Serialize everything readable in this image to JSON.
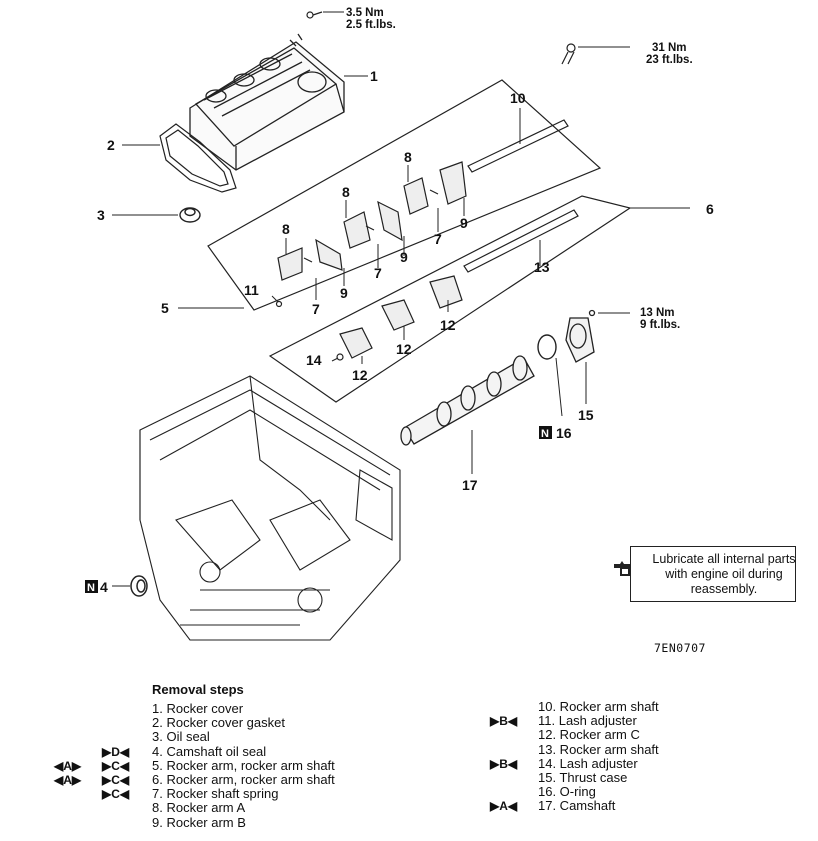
{
  "callouts": {
    "c1": "1",
    "c2": "2",
    "c3": "3",
    "c4": "4",
    "c5": "5",
    "c6": "6",
    "c7": "7",
    "c8": "8",
    "c9": "9",
    "c10": "10",
    "c11": "11",
    "c12": "12",
    "c13": "13",
    "c14": "14",
    "c15": "15",
    "c16": "16",
    "c17": "17"
  },
  "torque": {
    "top_nm": "3.5 Nm",
    "top_ft": "2.5 ft.lbs.",
    "right_nm": "31 Nm",
    "right_ft": "23 ft.lbs.",
    "mid_nm": "13 Nm",
    "mid_ft": "9 ft.lbs."
  },
  "new_part_marker": "N",
  "figure_code": "7EN0707",
  "note": "Lubricate all internal parts with engine oil during reassembly.",
  "removal": {
    "title": "Removal steps",
    "left": [
      {
        "m1": "",
        "m2": "",
        "text": "1. Rocker cover"
      },
      {
        "m1": "",
        "m2": "",
        "text": "2. Rocker cover gasket"
      },
      {
        "m1": "",
        "m2": "",
        "text": "3. Oil seal"
      },
      {
        "m1": "",
        "m2": "▶D◀",
        "text": "4. Camshaft oil seal"
      },
      {
        "m1": "◀A▶",
        "m2": "▶C◀",
        "text": "5. Rocker arm, rocker arm shaft"
      },
      {
        "m1": "◀A▶",
        "m2": "▶C◀",
        "text": "6. Rocker arm, rocker arm shaft"
      },
      {
        "m1": "",
        "m2": "▶C◀",
        "text": "7. Rocker shaft spring"
      },
      {
        "m1": "",
        "m2": "",
        "text": "8. Rocker arm A"
      },
      {
        "m1": "",
        "m2": "",
        "text": "9. Rocker arm B"
      }
    ],
    "right": [
      {
        "m2": "",
        "text": "10. Rocker arm shaft"
      },
      {
        "m2": "▶B◀",
        "text": "11. Lash adjuster"
      },
      {
        "m2": "",
        "text": "12. Rocker arm C"
      },
      {
        "m2": "",
        "text": "13. Rocker arm shaft"
      },
      {
        "m2": "▶B◀",
        "text": "14. Lash adjuster"
      },
      {
        "m2": "",
        "text": "15. Thrust case"
      },
      {
        "m2": "",
        "text": "16. O-ring"
      },
      {
        "m2": "▶A◀",
        "text": "17. Camshaft"
      }
    ]
  }
}
